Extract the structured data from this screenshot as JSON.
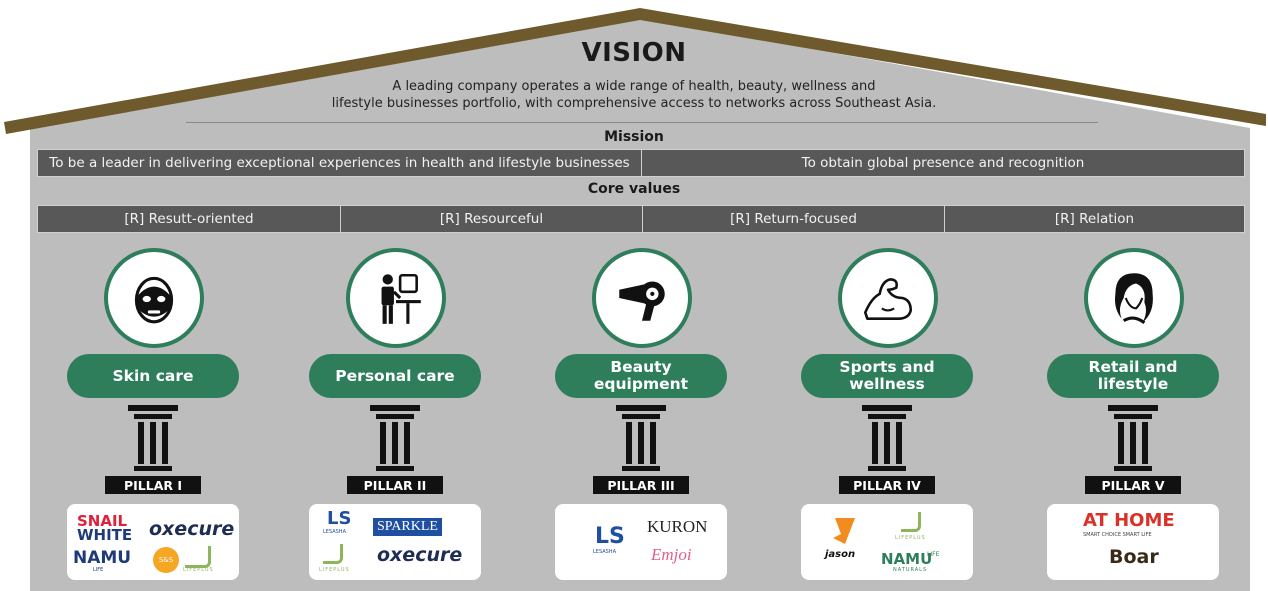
{
  "vision": {
    "title": "VISION",
    "line1": "A leading company operates a wide range of health, beauty, wellness and",
    "line2": "lifestyle businesses portfolio, with comprehensive access to networks across Southeast Asia."
  },
  "mission": {
    "title": "Mission",
    "items": [
      "To be a leader in delivering exceptional experiences in health and lifestyle businesses",
      "To obtain global presence and recognition"
    ]
  },
  "core_values": {
    "title": "Core values",
    "items": [
      "[R] Resutt-oriented",
      "[R] Resourceful",
      "[R] Return-focused",
      "[R] Relation"
    ]
  },
  "pillars": [
    {
      "category": "Skin care",
      "label": "PILLAR I",
      "icon": "face-mask-icon",
      "brands": [
        "SNAIL",
        "WHITE",
        "oxecure",
        "NAMU",
        "LIFE",
        "S&S",
        "LIFEPLUS"
      ]
    },
    {
      "category": "Personal care",
      "label": "PILLAR II",
      "icon": "person-mirror-icon",
      "brands": [
        "LS",
        "LESASHA",
        "SPARKLE",
        "LIFEPLUS",
        "oxecure"
      ]
    },
    {
      "category": "Beauty\nequipment",
      "label": "PILLAR III",
      "icon": "hair-dryer-icon",
      "brands": [
        "LS",
        "LESASHA",
        "KURON",
        "Emjoi"
      ]
    },
    {
      "category": "Sports and\nwellness",
      "label": "PILLAR IV",
      "icon": "flexed-arm-icon",
      "brands": [
        "jason",
        "LIFEPLUS",
        "NAMU",
        "LIFE",
        "NATURALS"
      ]
    },
    {
      "category": "Retail and\nlifestyle",
      "label": "PILLAR V",
      "icon": "woman-hair-icon",
      "brands": [
        "AT HOME",
        "SMART CHOICE SMART LIFE",
        "Boar"
      ]
    }
  ],
  "colors": {
    "green": "#2e7d5b",
    "roof": "#6e5a2c",
    "wall": "#bdbdbd",
    "bar": "#585858"
  }
}
